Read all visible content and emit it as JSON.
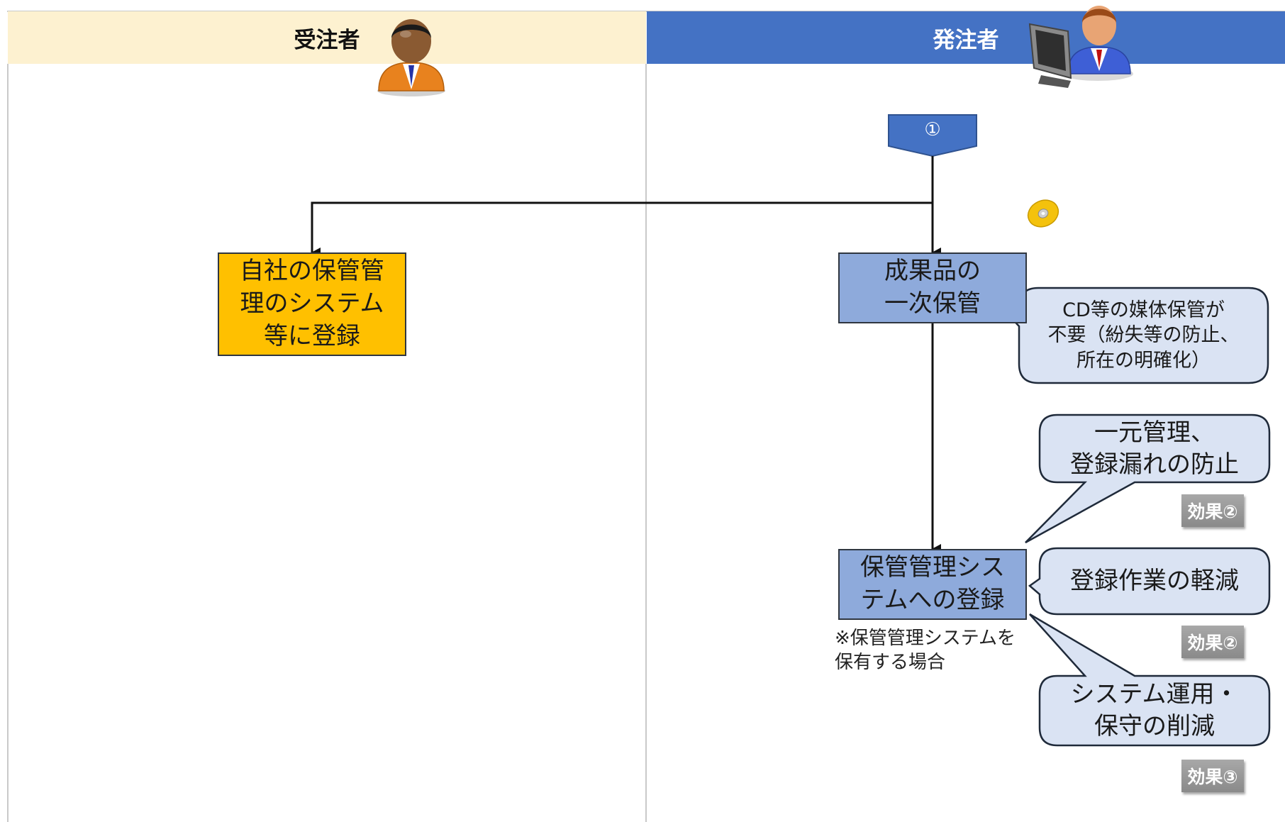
{
  "lanes": {
    "left": {
      "header": "受注者"
    },
    "right": {
      "header": "発注者"
    }
  },
  "start_tag": "①",
  "boxes": {
    "register_own": "自社の保管管\n理のシステム\n等に登録",
    "primary_storage": "成果品の\n一次保管",
    "register_system": "保管管理シス\nテムへの登録"
  },
  "note": "※保管管理システムを\n保有する場合",
  "callouts": {
    "media": "CD等の媒体保管が\n不要（紛失等の防止、\n所在の明確化）",
    "unified": "一元管理、\n登録漏れの防止",
    "reduce_work": "登録作業の軽減",
    "reduce_ops": "システム運用・\n保守の削減"
  },
  "effects": {
    "e1": "効果②",
    "e2": "効果②",
    "e3": "効果③"
  },
  "icons": {
    "contractor": "person-orange-icon",
    "orderer": "person-computer-icon",
    "disc": "cd-disc-icon"
  },
  "colors": {
    "left_header_bg": "#fdf1d0",
    "right_header_bg": "#4472c4",
    "orange_box": "#ffc000",
    "blue_box": "#8eaadb",
    "callout_fill": "#dae3f3",
    "effect_badge": "#999999"
  }
}
